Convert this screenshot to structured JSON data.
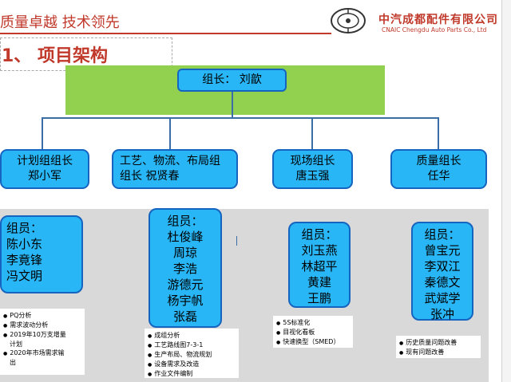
{
  "header": {
    "slogan": "质量卓越  技术领先",
    "company_cn": "中汽成都配件有限公司",
    "company_en": "CNAIC Chengdu Auto Parts Co., Ltd"
  },
  "section_title": "1、 项目架构",
  "org": {
    "leader": "组长：  刘歆",
    "groups": [
      {
        "lead_lines": [
          "计划组组长",
          "郑小军"
        ],
        "member_lines": [
          "组员：",
          "陈小东",
          "李竟锋",
          "冯文明"
        ],
        "tasks": [
          "PQ分析",
          "需求波动分析",
          "2019年10万支增量",
          "计划",
          "2020年市场需求输",
          "出"
        ]
      },
      {
        "lead_lines": [
          "工艺、物流、布局组",
          "组长    祝贤春"
        ],
        "member_lines": [
          "组员：",
          "杜俊峰",
          "周琼",
          "李浩",
          "游德元",
          "杨宇帆",
          "张磊"
        ],
        "tasks": [
          "成组分析",
          "工艺路线图7-3-1",
          "生产布局、物流规划",
          "设备需求及改造",
          "作业文件编制"
        ]
      },
      {
        "lead_lines": [
          "现场组长",
          "唐玉强"
        ],
        "member_lines": [
          "组员：",
          "刘玉燕",
          "林超平",
          "黄建",
          "王鹏"
        ],
        "tasks": [
          "5S标准化",
          "目视化看板",
          "快速换型（SMED）"
        ]
      },
      {
        "lead_lines": [
          "质量组长",
          "任华"
        ],
        "member_lines": [
          "组员：",
          "曾宝元",
          "李双江",
          "秦德文",
          "武斌学",
          "张冲"
        ],
        "tasks": [
          "历史质量问题改善",
          "现有问题改善"
        ]
      }
    ]
  },
  "colors": {
    "brand": "#c0392b",
    "box_fill": "#29b6f6",
    "box_border": "#1565c0",
    "top_band": "#92d050",
    "band_gray": "#d9d9d9"
  }
}
